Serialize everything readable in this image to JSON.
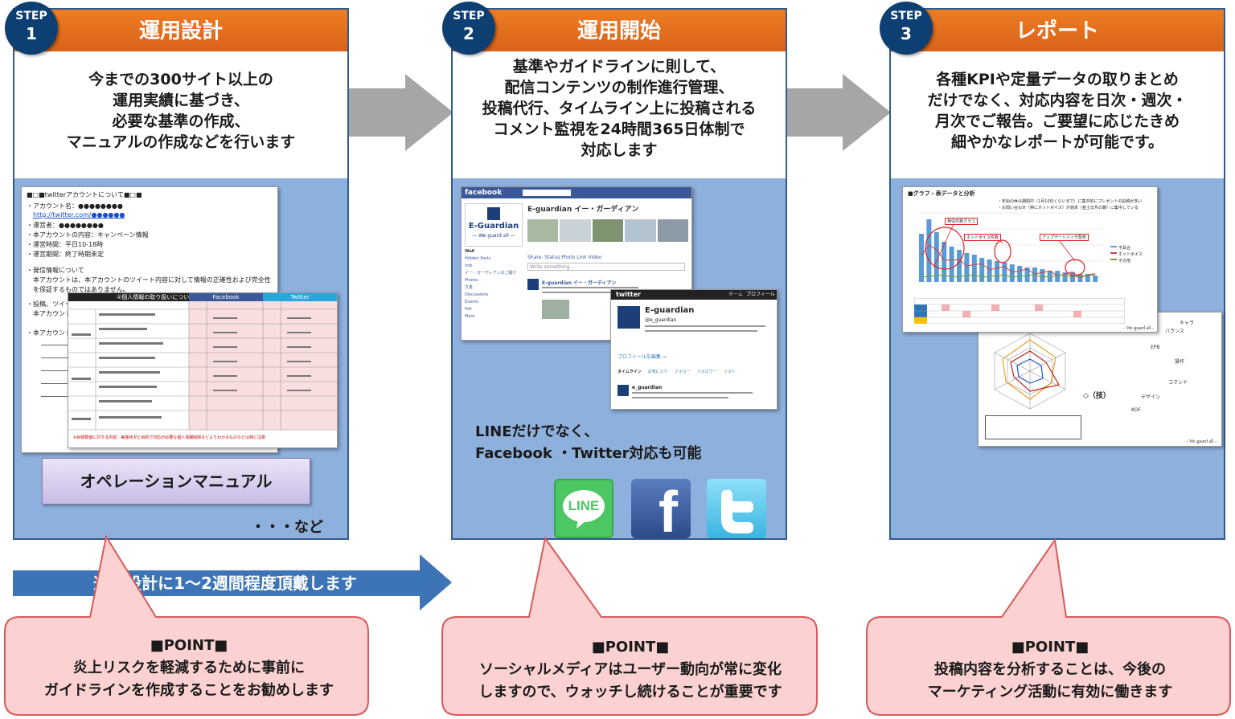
{
  "steps": [
    {
      "label": "STEP",
      "number": "1",
      "title": "運用設計",
      "description": "今までの300サイト以上の\n運用実績に基づき、\n必要な基準の作成、\nマニュアルの作成などを行います"
    },
    {
      "label": "STEP",
      "number": "2",
      "title": "運用開始",
      "description": "基準やガイドラインに則して、\n配信コンテンツの制作進行管理、\n投稿代行、タイムライン上に投稿される\nコメント監視を24時間365日体制で\n対応します"
    },
    {
      "label": "STEP",
      "number": "3",
      "title": "レポート",
      "description": "各種KPIや定量データの取りまとめ\nだけでなく、対応内容を日次・週次・\n月次でご報告。ご要望に応じたきめ\n細やかなレポートが可能です。"
    }
  ],
  "step1": {
    "manual_label": "オペレーションマニュアル",
    "etc_label": "・・・など",
    "doc_title": "■□■twitterアカウントについて■□■",
    "doc_lines": [
      "・アカウント名：●●●●●●●●",
      "http://twitter.com/●●●●●●",
      "・運営者：●●●●●●●●",
      "・本アカウントの内容：キャンペーン情報",
      "・運営時間：平日10-18時",
      "・運営期間：終了時期未定",
      "・発信情報について",
      "本アカウントは、本アカウントのツイート内容に対して情報の正確性および完全性を保証するものではありません。",
      "・投稿、ツイートの引用等について：",
      "本アカウントに対するコメント（Reply、RT、QT）などに対しては",
      "・本アカウントに対"
    ],
    "table_title": "①個人情報の取り扱いについて",
    "table_heads": [
      "Facebook",
      "Twitter"
    ],
    "table_note": "※目標数値に対する内容、実施状況と目的で対応が必要な個人情報削除などよりわかるものなどは特に注意"
  },
  "step2": {
    "fb_brand": "facebook",
    "fb_page_name": "E-guardian イー・ガーディアン",
    "fb_logo_text": "E-Guardian",
    "fb_logo_sub": "― We guard all ―",
    "fb_nav": [
      "Wall",
      "Hidden Posts",
      "Info",
      "イー・ガーディアンのご紹介",
      "Photos",
      "文書",
      "Discussions",
      "Events",
      "Poll",
      "More"
    ],
    "fb_share": "Share:  Status  Photo  Link  Video",
    "fb_write": "Write something...",
    "fb_post_author": "E-guardian イー・ガーディアン",
    "tw_brand": "twitter",
    "tw_nav": [
      "ホーム",
      "プロフィール"
    ],
    "tw_name": "E-guardian",
    "tw_handle": "@e_guardian",
    "tw_profile_link": "プロフィールを編集 →",
    "tw_tabs": [
      "タイムライン",
      "お気に入り",
      "フォロー",
      "フォロワー",
      "リスト"
    ],
    "tw_tweet_user": "e_guardian",
    "note": "LINEだけでなく、\nFacebook ・Twitter対応も可能",
    "icons": {
      "line": "LINE",
      "facebook": "f"
    }
  },
  "step3": {
    "chart_title": "■グラフ・表データと分析",
    "chart_notes": [
      "・年始の休み期間中（1月10日くらいまで）に集中的にプレゼントの投稿が多い",
      "・お問い合わせ（特にホットボイス）が週末（金土日月の朝）に集中している"
    ],
    "callouts": [
      "発信件数グラフ",
      "ホットボイス件数",
      "アップデートバッチ配布"
    ],
    "legend": [
      "不具合",
      "ホットボイス",
      "その他"
    ],
    "watermark": "- We guard all -",
    "radar_title": "◇（技）",
    "radar_labels": [
      "キャラ",
      "バランス",
      "コマンド",
      "EPB",
      "操作",
      "デザイン",
      "KOF"
    ]
  },
  "arrow_label": "運用設計に1～2週間程度頂戴します",
  "points": [
    {
      "title": "■POINT■",
      "text": "炎上リスクを軽減するために事前に\nガイドラインを作成することをお勧めします"
    },
    {
      "title": "■POINT■",
      "text": "ソーシャルメディアはユーザー動向が常に変化\nしますので、ウォッチし続けることが重要です"
    },
    {
      "title": "■POINT■",
      "text": "投稿内容を分析することは、今後の\nマーケティング活動に有効に働きます"
    }
  ],
  "colors": {
    "panel_bg": "#8eb0dc",
    "header_orange": "#e6701f",
    "badge_navy": "#0d3f72",
    "point_pink": "#fbd1d1",
    "timeline_blue": "#3d74b5"
  }
}
